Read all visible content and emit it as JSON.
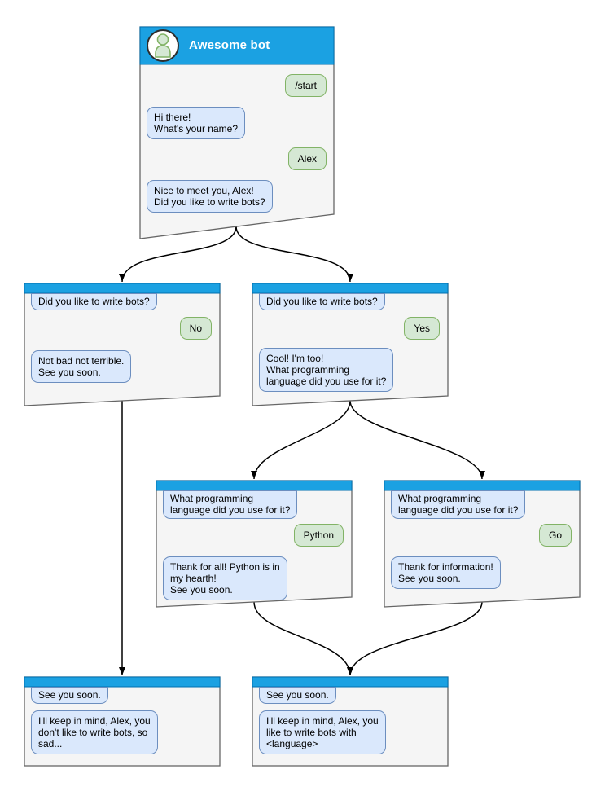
{
  "colors": {
    "titlebar_fill": "#1BA1E2",
    "titlebar_stroke": "#006EAF",
    "window_fill": "#F5F5F5",
    "window_stroke": "#666666",
    "bot_bubble_fill": "#DAE8FC",
    "bot_bubble_stroke": "#6C8EBF",
    "user_bubble_fill": "#D5E8D4",
    "user_bubble_stroke": "#82B366",
    "edge_stroke": "#000000",
    "title_text": "#FFFFFF"
  },
  "icons": {
    "avatar": "person-icon"
  },
  "windows": {
    "main": {
      "title": "Awesome bot",
      "messages": {
        "start": "/start",
        "ask_name": "Hi there!\nWhat's your name?",
        "name_reply": "Alex",
        "ask_write_bots": "Nice to meet you, Alex!\nDid you like to write bots?"
      }
    },
    "branch_no": {
      "question": "Did you like to write bots?",
      "answer": "No",
      "reply": "Not bad not terrible.\nSee you soon."
    },
    "branch_yes": {
      "question": "Did you like to write bots?",
      "answer": "Yes",
      "reply": "Cool! I'm too!\nWhat programming\nlanguage did you use for it?"
    },
    "branch_python": {
      "question": "What programming\nlanguage did you use for it?",
      "answer": "Python",
      "reply": "Thank for all! Python is in\nmy hearth!\nSee you soon."
    },
    "branch_go": {
      "question": "What programming\nlanguage did you use for it?",
      "answer": "Go",
      "reply": "Thank for information!\nSee you soon."
    },
    "end_no": {
      "question": "See you soon.",
      "reply": "I'll keep in mind, Alex, you\ndon't like to write bots, so\nsad..."
    },
    "end_yes": {
      "question": "See you soon.",
      "reply": "I'll keep in mind, Alex, you\nlike to write bots with\n<language>"
    }
  }
}
